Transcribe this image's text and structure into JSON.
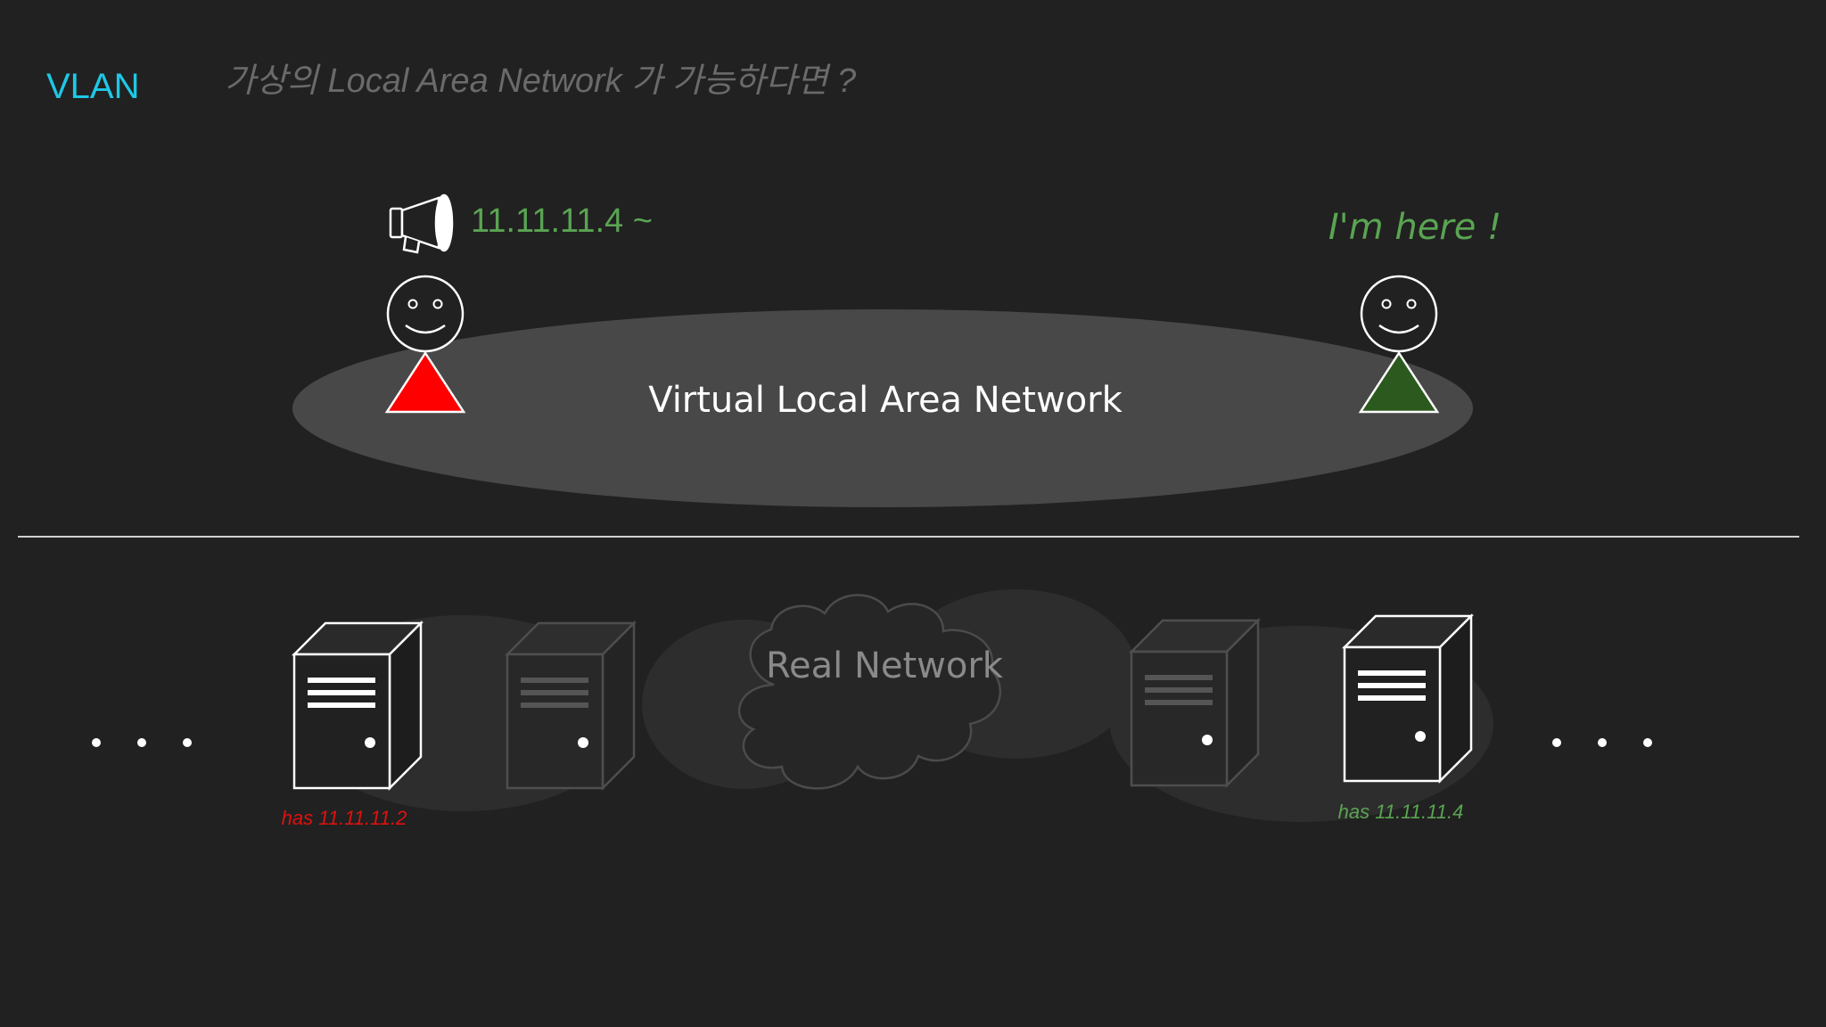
{
  "slide": {
    "title": "VLAN",
    "subtitle": "가상의 Local Area Network 가 가능하다면 ?"
  },
  "virtual_network": {
    "label": "Virtual Local Area Network",
    "broadcast_text": "11.11.11.4 ~",
    "reply_text": "I'm here !"
  },
  "real_network": {
    "label": "Real Network",
    "left_host_label": "has 11.11.11.2",
    "right_host_label": "has 11.11.11.4"
  },
  "colors": {
    "background": "#212121",
    "title": "#1ec8e6",
    "subtitle": "#6a6a6a",
    "ip_text": "#5aa452",
    "sender_body": "#ff0000",
    "receiver_body": "#2c5a1e",
    "left_host_label": "#e01010",
    "right_host_label": "#5aa452",
    "vlan_ellipse": "#484848",
    "divider": "#cfcfcf"
  },
  "icons": {
    "megaphone": "megaphone-icon",
    "person": "smiley-person-icon",
    "server": "server-tower-icon",
    "cloud": "cloud-icon"
  }
}
